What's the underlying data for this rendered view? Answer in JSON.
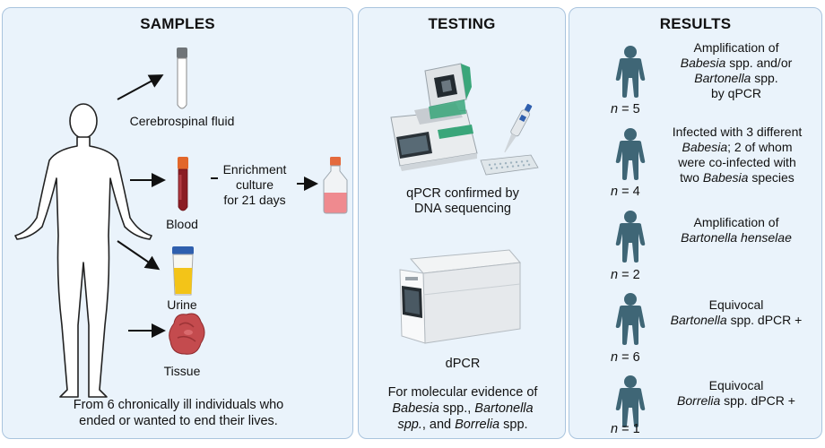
{
  "samples": {
    "title": "SAMPLES",
    "items": [
      "Cerebrospinal fluid",
      "Blood",
      "Urine",
      "Tissue"
    ],
    "enrichment_lines": [
      "Enrichment",
      "culture",
      "for 21 days"
    ],
    "caption_lines": [
      "From 6 chronically ill individuals who",
      "ended or wanted to end their lives."
    ]
  },
  "testing": {
    "title": "TESTING",
    "qpcr_lines": [
      "qPCR confirmed by",
      "DNA sequencing"
    ],
    "dpcr_label": "dPCR",
    "caption_line1": "For molecular evidence of",
    "caption_line2_a": "Babesia",
    "caption_line2_b": " spp., ",
    "caption_line2_c": "Bartonella",
    "caption_line3_a": "spp.",
    "caption_line3_b": ", and ",
    "caption_line3_c": "Borrelia",
    "caption_line3_d": " spp."
  },
  "results": {
    "title": "RESULTS",
    "colors": {
      "person": "#3f6676",
      "panel": "#eaf3fb",
      "border": "#a9c4de"
    },
    "r1": {
      "n": "5",
      "l1": "Amplification of",
      "l2a": "Babesia",
      "l2b": " spp. and/or",
      "l3a": "Bartonella",
      "l3b": " spp.",
      "l4": "by qPCR"
    },
    "r2": {
      "n": "4",
      "l1": "Infected with 3 different",
      "l2a": "Babesia",
      "l2b": "; 2 of whom",
      "l3": "were co-infected with",
      "l4a": "two ",
      "l4b": "Babesia",
      "l4c": " species"
    },
    "r3": {
      "n": "2",
      "l1": "Amplification of",
      "l2": "Bartonella henselae"
    },
    "r4": {
      "n": "6",
      "l1": "Equivocal",
      "l2a": "Bartonella",
      "l2b": " spp. dPCR +"
    },
    "r5": {
      "n": "1",
      "l1": "Equivocal",
      "l2a": "Borrelia",
      "l2b": " spp. dPCR +"
    }
  }
}
